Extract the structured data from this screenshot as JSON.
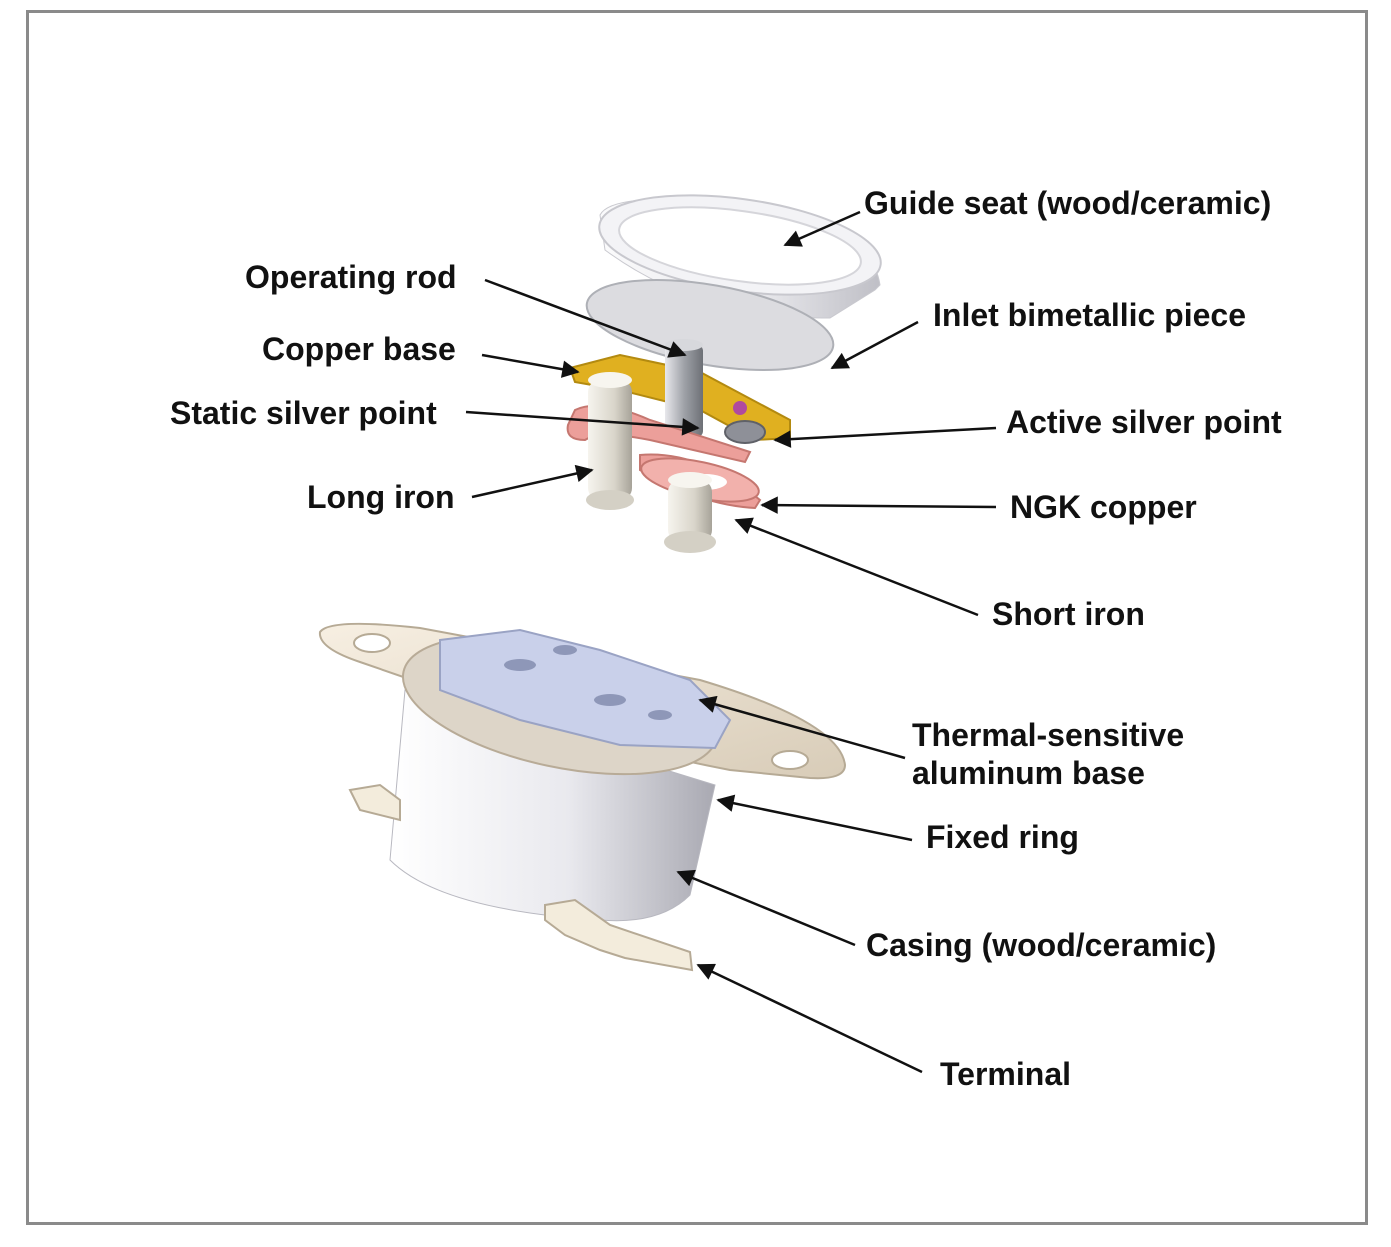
{
  "labels": {
    "guide_seat": "Guide seat (wood/ceramic)",
    "operating_rod": "Operating rod",
    "inlet_bimetallic": "Inlet bimetallic piece",
    "copper_base": "Copper base",
    "static_silver": "Static silver point",
    "active_silver": "Active silver point",
    "long_iron": "Long iron",
    "ngk_copper": "NGK copper",
    "short_iron": "Short iron",
    "thermal_base_line1": "Thermal-sensitive",
    "thermal_base_line2": "aluminum base",
    "fixed_ring": "Fixed ring",
    "casing": "Casing (wood/ceramic)",
    "terminal": "Terminal"
  },
  "colors": {
    "frame": "#8a8a8a",
    "copper_base": "#e0b020",
    "ngk_copper": "#ec9f9a",
    "disc_white": "#f2f2f5",
    "aluminum_base": "#c9d0ea",
    "casing": "#ececf0"
  }
}
